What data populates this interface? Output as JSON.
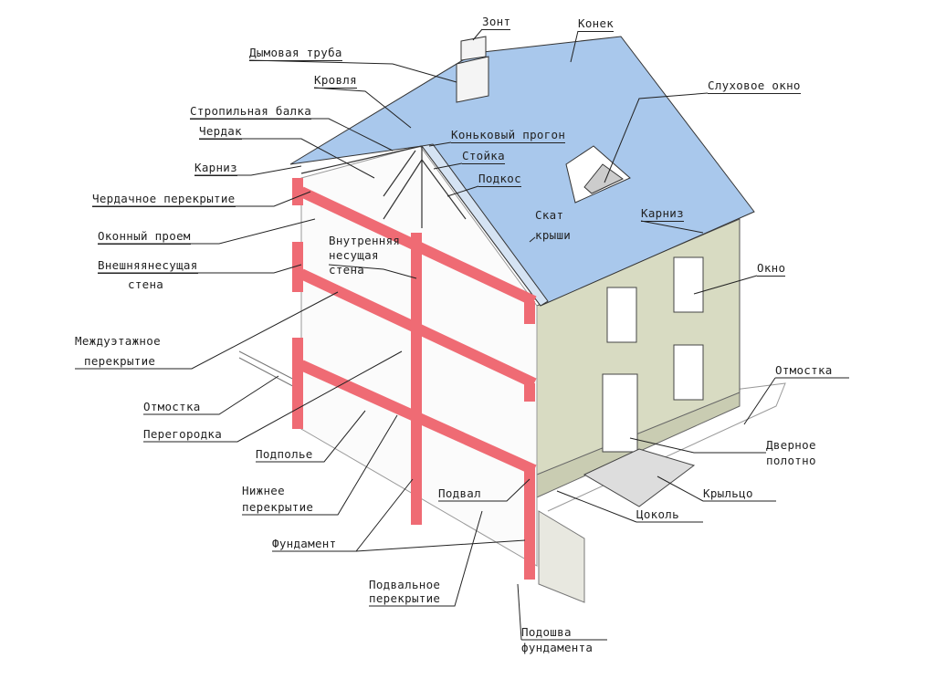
{
  "labels": {
    "umbrella": "Зонт",
    "ridge": "Конек",
    "chimney": "Дымовая труба",
    "roofing": "Кровля",
    "dormer": "Слуховое окно",
    "rafter": "Стропильная балка",
    "attic": "Чердак",
    "ridge_purlin": "Коньковый прогон",
    "cornice_left": "Карниз",
    "post": "Стойка",
    "strut": "Подкос",
    "attic_floor": "Чердачное перекрытие",
    "roof_slope_1": "Скат",
    "roof_slope_2": "крыши",
    "cornice_right": "Карниз",
    "window_opening": "Оконный проем",
    "inner_wall_1": "Внутренняя",
    "inner_wall_2": "несущая",
    "inner_wall_3": "стена",
    "outer_wall_1": "Внешняянесущая",
    "outer_wall_2": "стена",
    "window": "Окно",
    "interfloor_1": "Междуэтажное",
    "interfloor_2": "перекрытие",
    "blind_area_right": "Отмостка",
    "blind_area_left": "Отмостка",
    "partition": "Перегородка",
    "door_1": "Дверное",
    "door_2": "полотно",
    "underfloor": "Подполье",
    "porch": "Крыльцо",
    "lower_floor_1": "Нижнее",
    "lower_floor_2": "перекрытие",
    "basement": "Подвал",
    "plinth": "Цоколь",
    "foundation": "Фундамент",
    "basement_floor_1": "Подвальное",
    "basement_floor_2": "перекрытие",
    "footing_1": "Подошва",
    "footing_2": "фундамента"
  },
  "colors": {
    "roof": "#a9c8ec",
    "wall": "#d8dbc2",
    "structure": "#ef6b74",
    "line": "#222222"
  }
}
